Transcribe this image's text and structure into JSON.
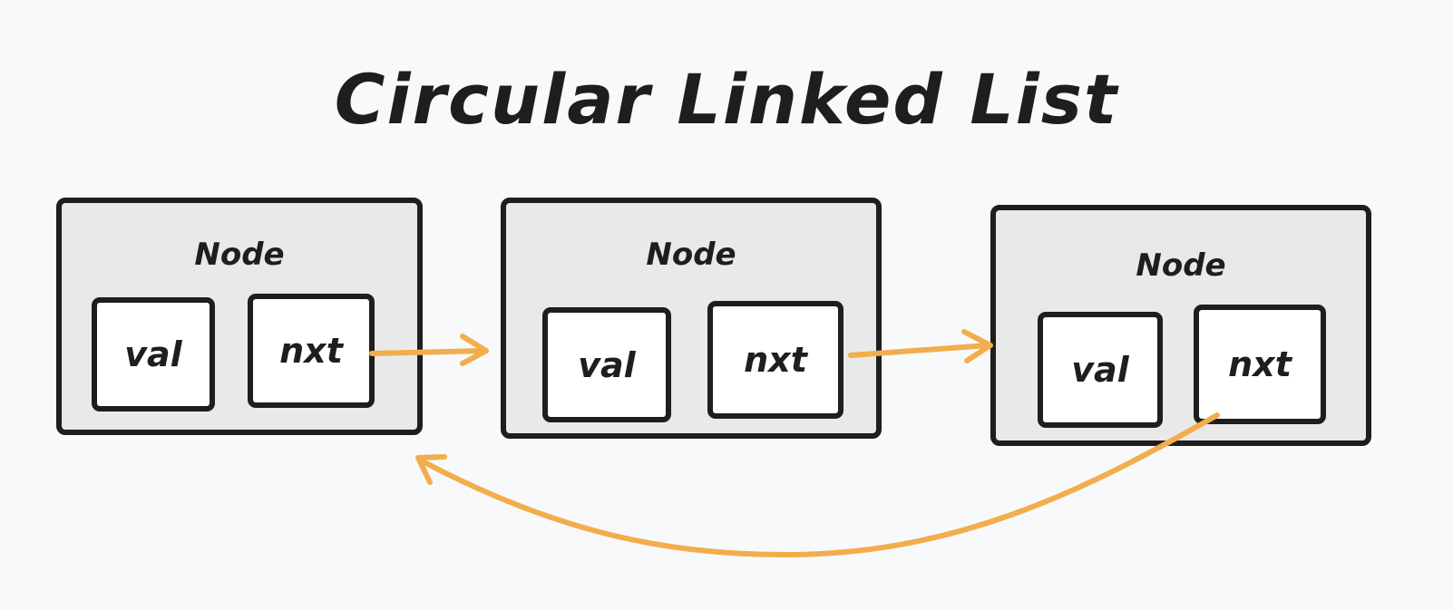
{
  "title": "Circular Linked List",
  "nodes": [
    {
      "label": "Node",
      "val_label": "val",
      "nxt_label": "nxt"
    },
    {
      "label": "Node",
      "val_label": "val",
      "nxt_label": "nxt"
    },
    {
      "label": "Node",
      "val_label": "val",
      "nxt_label": "nxt"
    }
  ],
  "colors": {
    "arrow": "#f2ad4c",
    "stroke": "#1e1e1e",
    "node_fill": "#e9e9e9",
    "field_fill": "#ffffff",
    "background": "#f8f9fb"
  }
}
